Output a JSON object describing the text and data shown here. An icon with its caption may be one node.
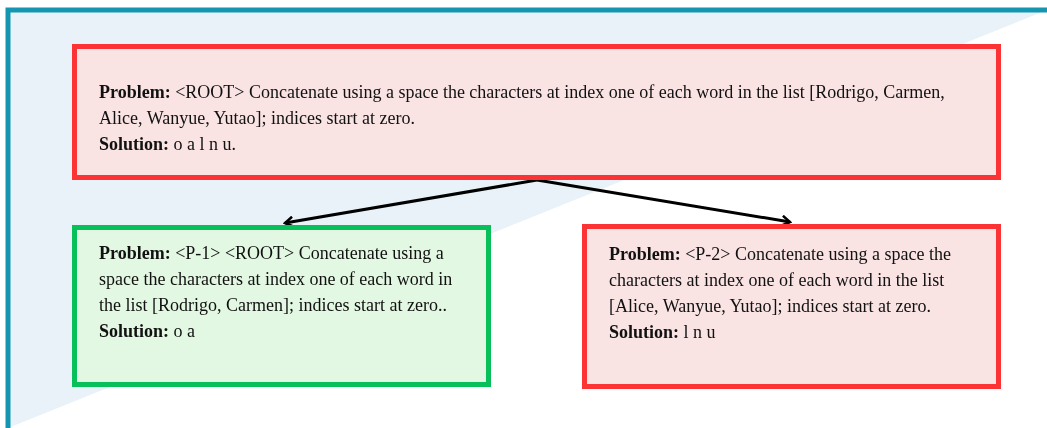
{
  "diagram": {
    "nodes": [
      {
        "text": [
          "**Problem:** <ROOT> Concatenate using a space the characters at index one of each word in the list [Rodrigo, Carmen, Alice, Wanyue, Yutao]; indices start at zero.",
          "**Solution:** o a l n u."
        ]
      },
      {
        "text": [
          "**Problem:** <P-1> <ROOT> Concatenate using a space the characters at index one of each word in the list [Rodrigo, Carmen]; indices start at zero..",
          "**Solution:** o a"
        ]
      },
      {
        "text": [
          "**Problem:** <P-2> Concatenate using a space the characters at index one of each word in the list [Alice, Wanyue, Yutao]; indices start at zero.",
          "**Solution:** l n u"
        ]
      }
    ],
    "edges": [
      {
        "from": 0,
        "to": 1,
        "arrow": "to"
      },
      {
        "from": 0,
        "to": 2,
        "arrow": "to"
      }
    ]
  }
}
